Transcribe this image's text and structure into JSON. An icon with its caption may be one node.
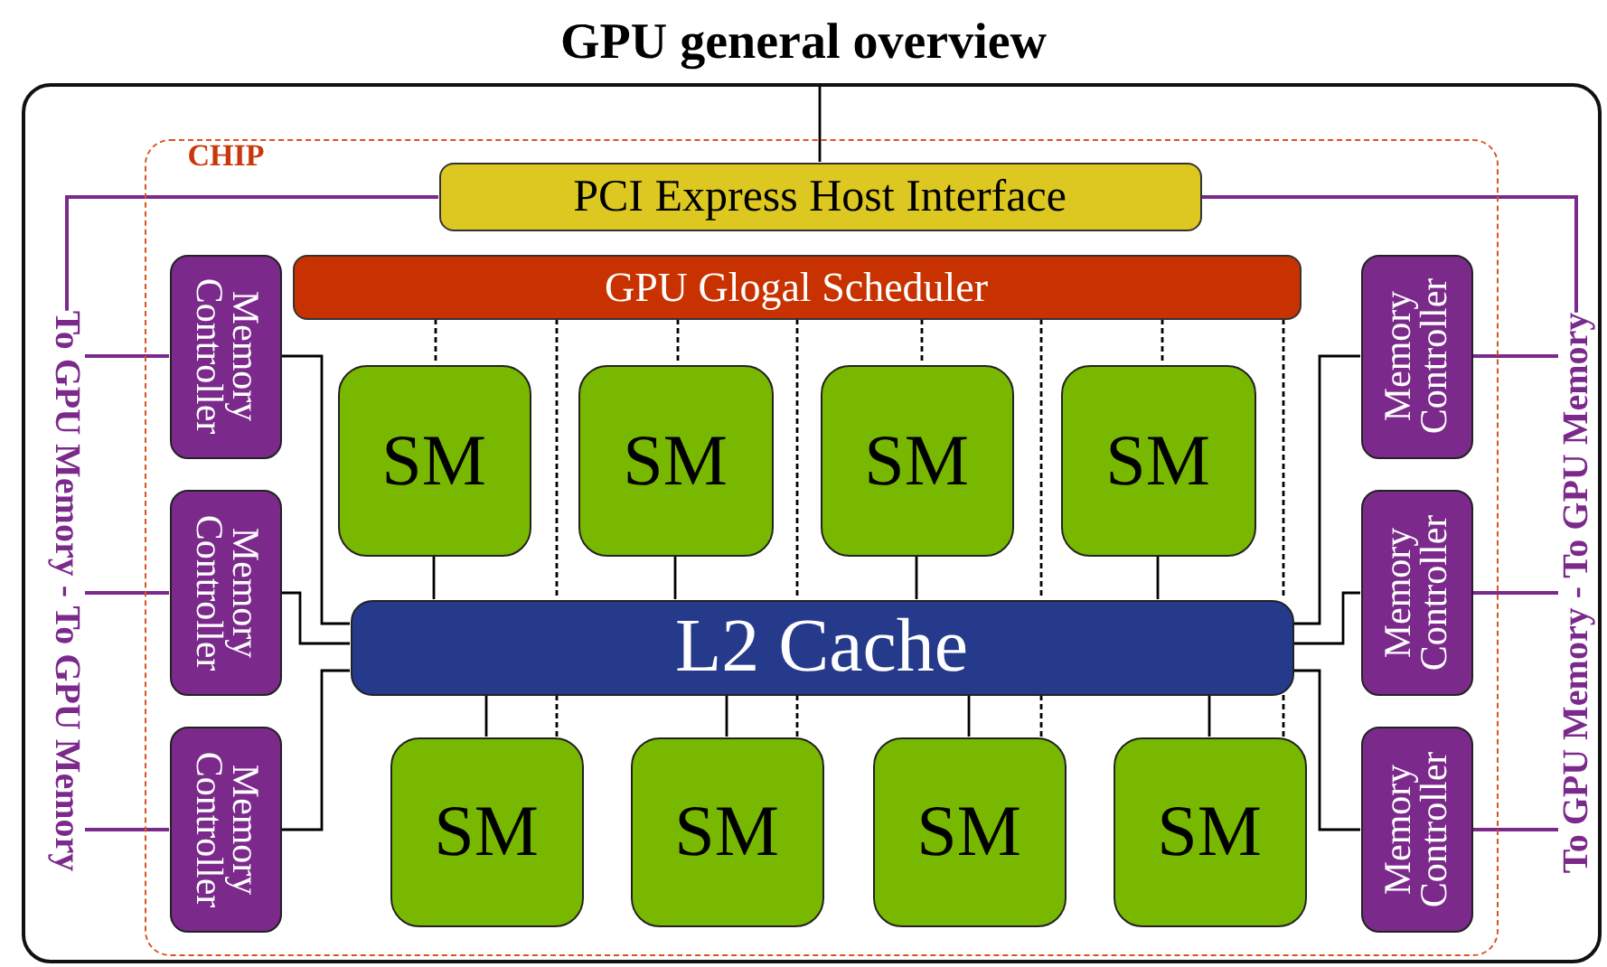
{
  "diagram": {
    "title": "GPU general overview",
    "nodes": [
      {
        "text": [],
        "shape": "box"
      },
      {
        "text": [
          "CHIP"
        ],
        "in": 0
      },
      {
        "text": [
          "PCI Express Host Interface"
        ],
        "in": 1
      },
      {
        "text": [
          "GPU Glogal Scheduler"
        ],
        "in": 1
      },
      {
        "text": [
          "Memory Controller"
        ],
        "in": 1
      },
      {
        "text": [
          "Memory Controller"
        ],
        "in": 1
      },
      {
        "text": [
          "Memory Controller"
        ],
        "in": 1
      },
      {
        "text": [
          "Memory Controller"
        ],
        "in": 1
      },
      {
        "text": [
          "Memory Controller"
        ],
        "in": 1
      },
      {
        "text": [
          "Memory Controller"
        ],
        "in": 1
      },
      {
        "text": [
          "SM"
        ],
        "in": 1
      },
      {
        "text": [
          "SM"
        ],
        "in": 1
      },
      {
        "text": [
          "SM"
        ],
        "in": 1
      },
      {
        "text": [
          "SM"
        ],
        "in": 1
      },
      {
        "text": [
          "L2 Cache"
        ],
        "in": 1
      },
      {
        "text": [
          "SM"
        ],
        "in": 1
      },
      {
        "text": [
          "SM"
        ],
        "in": 1
      },
      {
        "text": [
          "SM"
        ],
        "in": 1
      },
      {
        "text": [
          "SM"
        ],
        "in": 1
      },
      {
        "text": [
          "To GPU Memory - To GPU Memory"
        ],
        "in": 0
      },
      {
        "text": [
          "To GPU Memory - To GPU Memory"
        ],
        "in": 0
      }
    ],
    "edges": [
      {
        "from": 2,
        "to": 0,
        "arrow": "none"
      },
      {
        "from": 2,
        "to": 19,
        "arrow": "none",
        "color": "#7b2a8c"
      },
      {
        "from": 2,
        "to": 20,
        "arrow": "none",
        "color": "#7b2a8c"
      },
      {
        "from": 4,
        "to": 19,
        "arrow": "none",
        "color": "#7b2a8c"
      },
      {
        "from": 5,
        "to": 19,
        "arrow": "none",
        "color": "#7b2a8c"
      },
      {
        "from": 6,
        "to": 19,
        "arrow": "none",
        "color": "#7b2a8c"
      },
      {
        "from": 7,
        "to": 20,
        "arrow": "none",
        "color": "#7b2a8c"
      },
      {
        "from": 8,
        "to": 20,
        "arrow": "none",
        "color": "#7b2a8c"
      },
      {
        "from": 9,
        "to": 20,
        "arrow": "none",
        "color": "#7b2a8c"
      },
      {
        "from": 3,
        "to": 10,
        "arrow": "none",
        "style": "dashed"
      },
      {
        "from": 3,
        "to": 14,
        "arrow": "none",
        "style": "dashed"
      },
      {
        "from": 3,
        "to": 11,
        "arrow": "none",
        "style": "dashed"
      },
      {
        "from": 3,
        "to": 14,
        "arrow": "none",
        "style": "dashed"
      },
      {
        "from": 3,
        "to": 12,
        "arrow": "none",
        "style": "dashed"
      },
      {
        "from": 3,
        "to": 14,
        "arrow": "none",
        "style": "dashed"
      },
      {
        "from": 3,
        "to": 13,
        "arrow": "none",
        "style": "dashed"
      },
      {
        "from": 3,
        "to": 14,
        "arrow": "none",
        "style": "dashed"
      },
      {
        "from": 10,
        "to": 14,
        "arrow": "none"
      },
      {
        "from": 11,
        "to": 14,
        "arrow": "none"
      },
      {
        "from": 12,
        "to": 14,
        "arrow": "none"
      },
      {
        "from": 13,
        "to": 14,
        "arrow": "none"
      },
      {
        "from": 14,
        "to": 15,
        "arrow": "none"
      },
      {
        "from": 14,
        "to": 16,
        "arrow": "none"
      },
      {
        "from": 14,
        "to": 17,
        "arrow": "none"
      },
      {
        "from": 14,
        "to": 18,
        "arrow": "none"
      },
      {
        "from": 4,
        "to": 14,
        "arrow": "none"
      },
      {
        "from": 5,
        "to": 14,
        "arrow": "none"
      },
      {
        "from": 6,
        "to": 14,
        "arrow": "none"
      },
      {
        "from": 7,
        "to": 14,
        "arrow": "none"
      },
      {
        "from": 8,
        "to": 14,
        "arrow": "none"
      },
      {
        "from": 9,
        "to": 14,
        "arrow": "none"
      },
      {
        "from": 14,
        "to": 15,
        "arrow": "none",
        "style": "dashed"
      },
      {
        "from": 14,
        "to": 16,
        "arrow": "none",
        "style": "dashed"
      },
      {
        "from": 14,
        "to": 17,
        "arrow": "none",
        "style": "dashed"
      },
      {
        "from": 14,
        "to": 18,
        "arrow": "none",
        "style": "dashed"
      }
    ]
  }
}
